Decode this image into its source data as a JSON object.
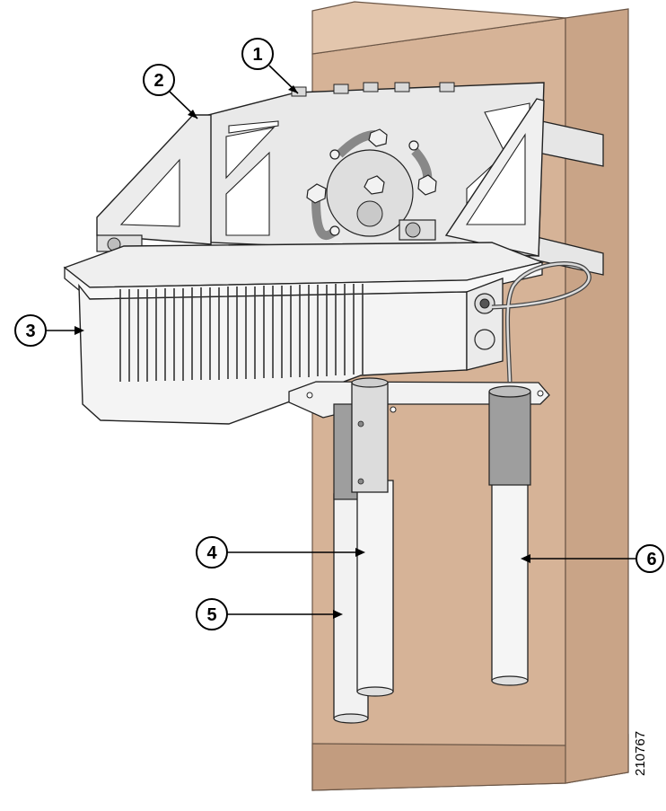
{
  "callouts": [
    {
      "id": "1",
      "label": "1"
    },
    {
      "id": "2",
      "label": "2"
    },
    {
      "id": "3",
      "label": "3"
    },
    {
      "id": "4",
      "label": "4"
    },
    {
      "id": "5",
      "label": "5"
    },
    {
      "id": "6",
      "label": "6"
    }
  ],
  "figure_id": "210767",
  "colors": {
    "pole": "#d6b397",
    "pole_side": "#c29c7f",
    "pole_top": "#e3c6ad",
    "metal": "#e6e6e6",
    "metal_dark": "#b8b8b8",
    "housing": "#f4f4f4",
    "outline": "#222222",
    "antenna": "#f2f2f2",
    "antenna_sleeve": "#9e9e9e"
  }
}
